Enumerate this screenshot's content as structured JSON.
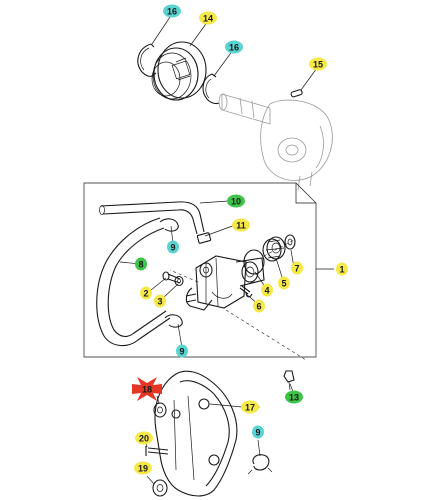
{
  "colors": {
    "yellow": "#f5e94a",
    "cyan": "#5ad3d1",
    "green": "#3fc44a",
    "red": "#e53525"
  },
  "callouts": [
    {
      "id": "c16a",
      "label": "16",
      "color": "cyan"
    },
    {
      "id": "c14",
      "label": "14",
      "color": "yellow"
    },
    {
      "id": "c16b",
      "label": "16",
      "color": "cyan"
    },
    {
      "id": "c15",
      "label": "15",
      "color": "yellow"
    },
    {
      "id": "c10",
      "label": "10",
      "color": "green"
    },
    {
      "id": "c11",
      "label": "11",
      "color": "yellow"
    },
    {
      "id": "c9a",
      "label": "9",
      "color": "cyan"
    },
    {
      "id": "c8",
      "label": "8",
      "color": "green"
    },
    {
      "id": "c1",
      "label": "1",
      "color": "yellow"
    },
    {
      "id": "c3",
      "label": "3",
      "color": "yellow"
    },
    {
      "id": "c2",
      "label": "2",
      "color": "yellow"
    },
    {
      "id": "c4",
      "label": "4",
      "color": "yellow"
    },
    {
      "id": "c7",
      "label": "7",
      "color": "yellow"
    },
    {
      "id": "c5",
      "label": "5",
      "color": "yellow"
    },
    {
      "id": "c6",
      "label": "6",
      "color": "yellow"
    },
    {
      "id": "c9b",
      "label": "9",
      "color": "cyan"
    },
    {
      "id": "c13",
      "label": "13",
      "color": "green"
    },
    {
      "id": "c18",
      "label": "18",
      "color": "red"
    },
    {
      "id": "c17",
      "label": "17",
      "color": "yellow"
    },
    {
      "id": "c20",
      "label": "20",
      "color": "yellow"
    },
    {
      "id": "c9c",
      "label": "9",
      "color": "cyan"
    },
    {
      "id": "c19",
      "label": "19",
      "color": "yellow"
    }
  ]
}
